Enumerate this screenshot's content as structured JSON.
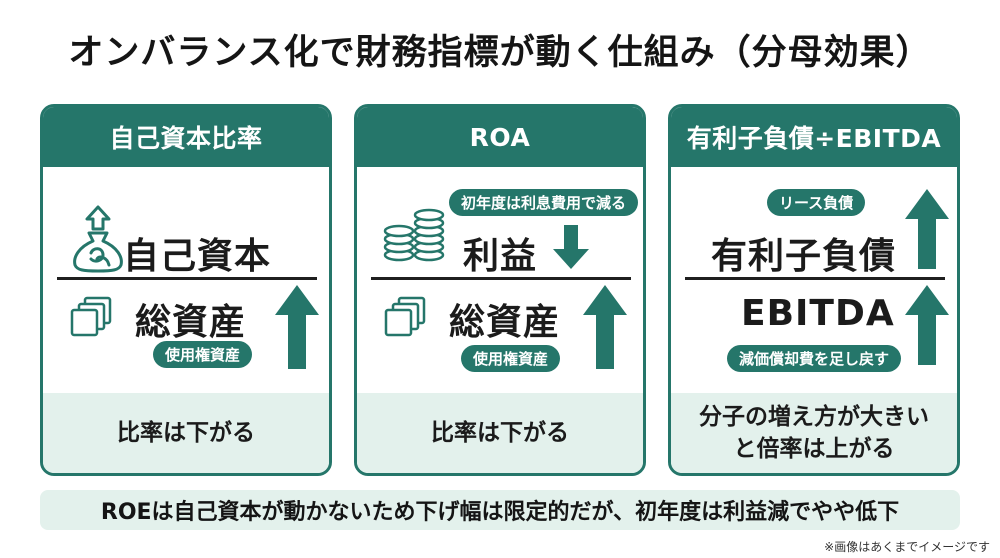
{
  "title": "オンバランス化で財務指標が動く仕組み（分母効果）",
  "cards": [
    {
      "header": "自己資本比率",
      "numerator": "自己資本",
      "denominator": "総資産",
      "denominator_tag": "使用権資産",
      "footer": "比率は下がる"
    },
    {
      "header": "ROA",
      "numerator": "利益",
      "numerator_tag": "初年度は利息費用で減る",
      "denominator": "総資産",
      "denominator_tag": "使用権資産",
      "footer": "比率は下がる"
    },
    {
      "header": "有利子負債÷EBITDA",
      "numerator": "有利子負債",
      "numerator_tag": "リース負債",
      "denominator": "EBITDA",
      "denominator_tag": "減価償却費を足し戻す",
      "footer_line1": "分子の増え方が大きい",
      "footer_line2": "と倍率は上がる"
    }
  ],
  "bottom_note": "ROEは自己資本が動かないため下げ幅は限定的だが、初年度は利益減でやや低下",
  "footnote": "※画像はあくまでイメージです",
  "colors": {
    "primary": "#25766a",
    "light": "#e3f1ec",
    "text": "#1b1b1b"
  },
  "icons": [
    "money-bag-icon",
    "documents-icon",
    "coin-stack-icon",
    "arrow-up-icon",
    "arrow-down-icon"
  ]
}
